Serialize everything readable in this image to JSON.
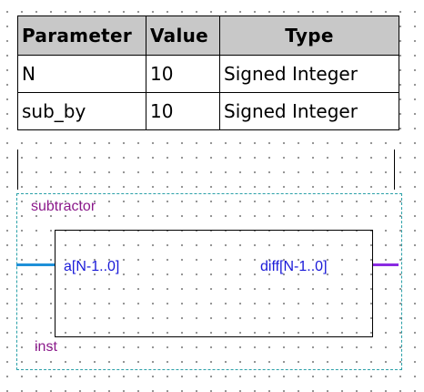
{
  "parameter_table": {
    "headers": {
      "parameter": "Parameter",
      "value": "Value",
      "type": "Type"
    },
    "rows": [
      {
        "parameter": "N",
        "value": "10",
        "type": "Signed Integer"
      },
      {
        "parameter": "sub_by",
        "value": "10",
        "type": "Signed Integer"
      }
    ]
  },
  "block": {
    "module_name": "subtractor",
    "instance_name": "inst",
    "input_port": {
      "label": "a[N-1..0]",
      "wire_color": "#1e90d8"
    },
    "output_port": {
      "label": "diff[N-1..0]",
      "wire_color": "#8a2be2"
    }
  },
  "colors": {
    "label_purple": "#8b1a8b",
    "port_text_blue": "#1a1ad8",
    "frame_teal": "#2aa0a8",
    "header_gray": "#c8c8c8"
  }
}
